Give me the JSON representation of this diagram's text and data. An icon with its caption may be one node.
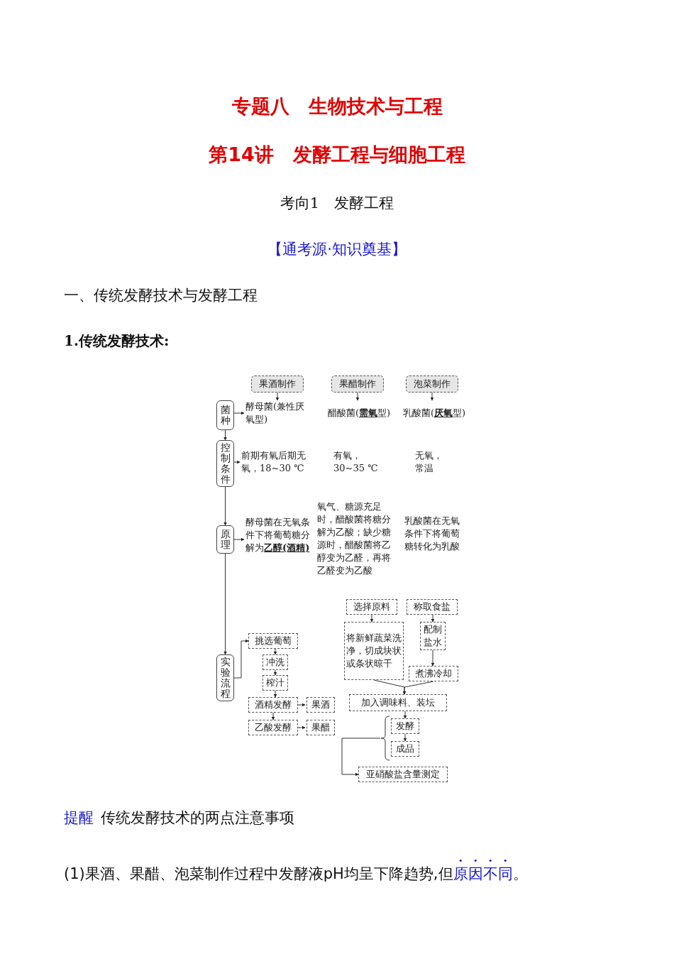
{
  "diagram": {
    "title": "专题八　生物技术与工程",
    "nodes": [
      {
        "text": [
          "果酒制作"
        ]
      },
      {
        "text": [
          "果醋制作"
        ]
      },
      {
        "text": [
          "泡菜制作"
        ]
      },
      {
        "text": [
          "菌种"
        ]
      },
      {
        "text": [
          "控制条件"
        ]
      },
      {
        "text": [
          "原理"
        ]
      },
      {
        "text": [
          "实验流程"
        ]
      },
      {
        "text": [
          "酵母菌(兼性厌氧型)"
        ]
      },
      {
        "text": [
          "醋酸菌(**需氧**型)"
        ]
      },
      {
        "text": [
          "乳酸菌(**厌氧**型)"
        ]
      },
      {
        "text": [
          "前期有氧后期无氧，18~30 ℃"
        ]
      },
      {
        "text": [
          "有氧，30~35 ℃"
        ]
      },
      {
        "text": [
          "无氧，常温"
        ]
      },
      {
        "text": [
          "酵母菌在无氧条件下将葡萄糖分解为**乙醇(酒精)**"
        ]
      },
      {
        "text": [
          "氧气、糖源充足时，醋酸菌将糖分解为乙酸；缺少糖源时，醋酸菌将乙醇变为乙醛，再将乙醛变为乙酸"
        ]
      },
      {
        "text": [
          "乳酸菌在无氧条件下将葡萄糖转化为乳酸"
        ]
      },
      {
        "text": [
          "挑选葡萄"
        ]
      },
      {
        "text": [
          "冲洗"
        ]
      },
      {
        "text": [
          "榨汁"
        ]
      },
      {
        "text": [
          "酒精发酵"
        ]
      },
      {
        "text": [
          "果酒"
        ]
      },
      {
        "text": [
          "乙酸发酵"
        ]
      },
      {
        "text": [
          "果醋"
        ]
      },
      {
        "text": [
          "选择原料"
        ]
      },
      {
        "text": [
          "称取食盐"
        ]
      },
      {
        "text": [
          "将新鲜蔬菜洗净，切成块状或条状晾干"
        ]
      },
      {
        "text": [
          "配制盐水"
        ]
      },
      {
        "text": [
          "煮沸冷却"
        ]
      },
      {
        "text": [
          "加入调味料、装坛"
        ]
      },
      {
        "text": [
          "发酵"
        ]
      },
      {
        "text": [
          "成品"
        ]
      },
      {
        "text": [
          "亚硝酸盐含量测定"
        ]
      },
      {
        "text": [],
        "shape": "bracket"
      }
    ],
    "edges": [
      {
        "from": 0,
        "to": 7,
        "arrow": "to"
      },
      {
        "from": 1,
        "to": 8,
        "arrow": "to"
      },
      {
        "from": 2,
        "to": 9,
        "arrow": "to"
      },
      {
        "from": 3,
        "to": 4,
        "arrow": "to"
      },
      {
        "from": 4,
        "to": 5,
        "arrow": "to"
      },
      {
        "from": 5,
        "to": 6,
        "arrow": "to"
      },
      {
        "from": 3,
        "to": 7,
        "arrow": "to"
      },
      {
        "from": 4,
        "to": 10,
        "arrow": "to"
      },
      {
        "from": 5,
        "to": 13,
        "arrow": "to"
      },
      {
        "from": 6,
        "to": 16,
        "arrow": "to"
      },
      {
        "from": 16,
        "to": 17,
        "arrow": "to"
      },
      {
        "from": 17,
        "to": 18,
        "arrow": "to"
      },
      {
        "from": 18,
        "to": 19,
        "arrow": "to"
      },
      {
        "from": 19,
        "to": 20,
        "arrow": "to"
      },
      {
        "from": 19,
        "to": 21,
        "arrow": "to"
      },
      {
        "from": 21,
        "to": 22,
        "arrow": "to"
      },
      {
        "from": 23,
        "to": 25,
        "arrow": "to"
      },
      {
        "from": 24,
        "to": 26,
        "arrow": "to"
      },
      {
        "from": 26,
        "to": 27,
        "arrow": "to"
      },
      {
        "from": 25,
        "to": 28,
        "arrow": "to"
      },
      {
        "from": 27,
        "to": 28,
        "arrow": "to"
      },
      {
        "from": 28,
        "to": 29,
        "arrow": "to"
      },
      {
        "from": 29,
        "to": 30,
        "arrow": "to"
      },
      {
        "from": 32,
        "to": 31,
        "arrow": "to"
      }
    ],
    "labels": [
      "第14讲　发酵工程与细胞工程",
      "考向1　发酵工程",
      "【通考源·知识奠基】",
      "一、传统发酵技术与发酵工程",
      "1.传统发酵技术:",
      "提醒",
      "传统发酵技术的两点注意事项",
      "(1)果酒、果醋、泡菜制作过程中发酵液pH均呈下降趋势,但**原因不同**。"
    ]
  }
}
